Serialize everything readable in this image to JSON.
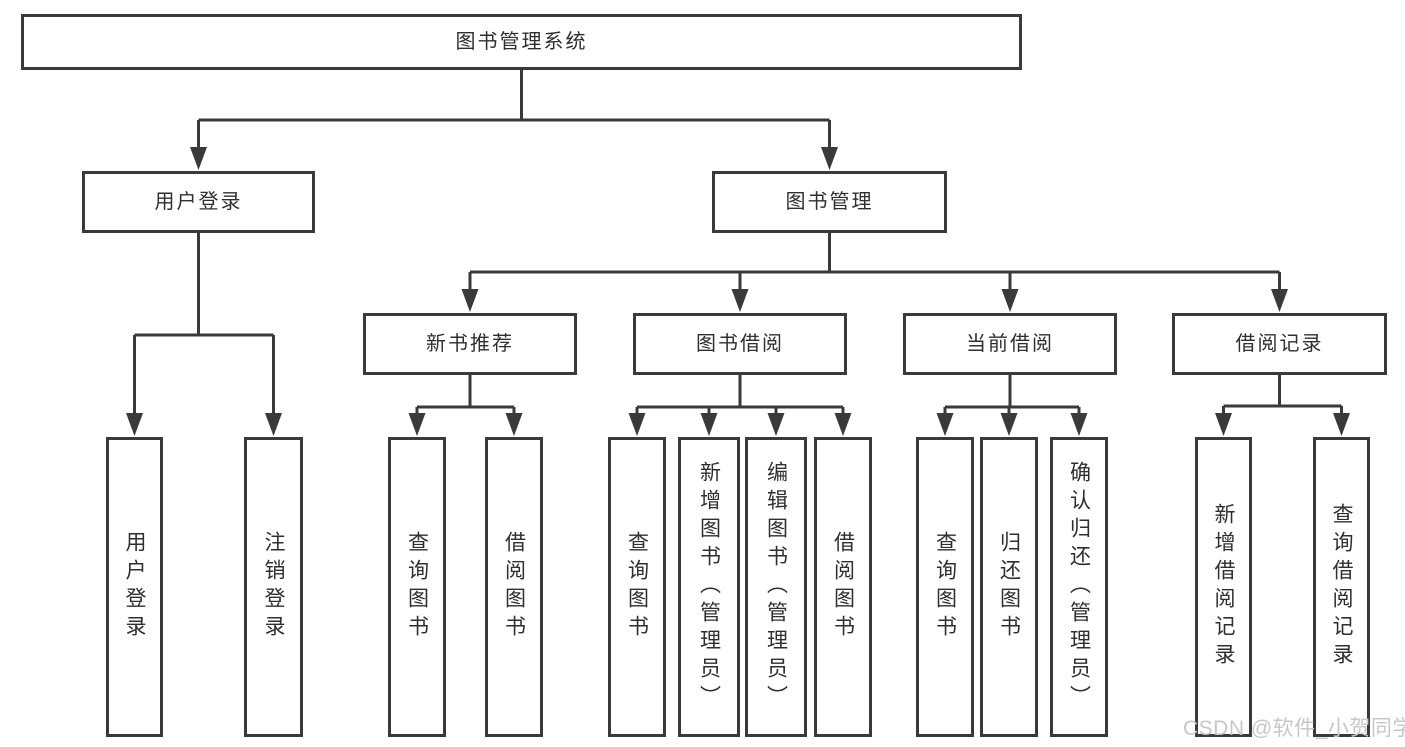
{
  "diagram": {
    "root": {
      "label": "图书管理系统"
    },
    "level2": {
      "user_login": "用户登录",
      "book_mgmt": "图书管理"
    },
    "level3": {
      "new_book": "新书推荐",
      "borrow": "图书借阅",
      "current": "当前借阅",
      "records": "借阅记录"
    },
    "leaves": {
      "user_login_leaf": "用户登录",
      "logout": "注销登录",
      "nb_query": "查询图书",
      "nb_borrow": "借阅图书",
      "bw_query": "查询图书",
      "bw_add": "新增图书（管理员）",
      "bw_edit": "编辑图书（管理员）",
      "bw_borrow": "借阅图书",
      "cur_query": "查询图书",
      "cur_return": "归还图书",
      "cur_confirm": "确认归还（管理员）",
      "rec_add": "新增借阅记录",
      "rec_query": "查询借阅记录"
    }
  },
  "watermark": "CSDN @软件_小贺同学",
  "colors": {
    "line": "#3a3a3a",
    "text": "#2f2f2f",
    "watermark": "#c7c7c7",
    "background": "#ffffff"
  }
}
